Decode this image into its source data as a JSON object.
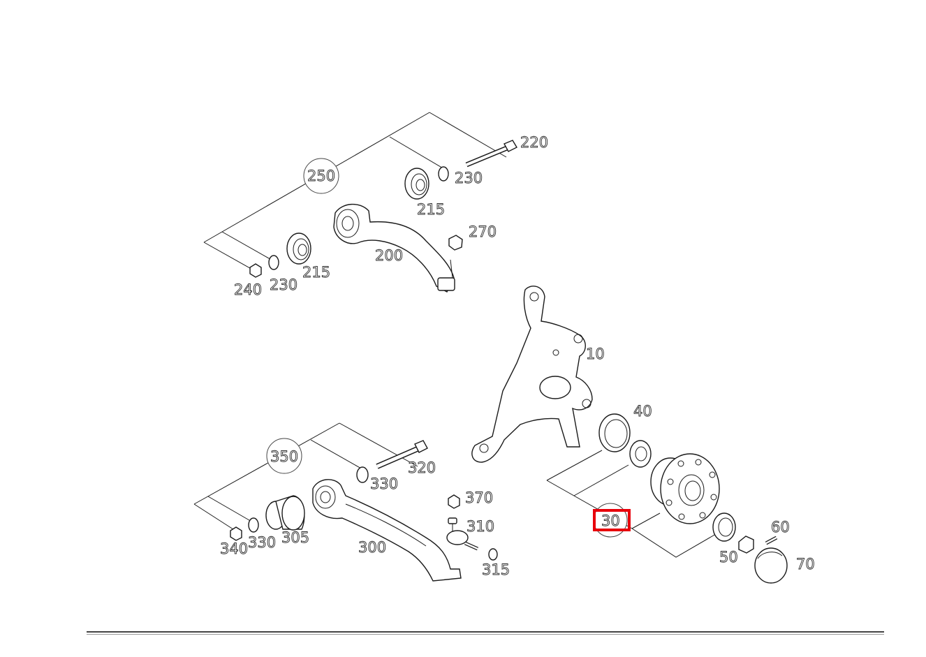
{
  "callouts": {
    "p10": "10",
    "p30": "30",
    "p40": "40",
    "p50": "50",
    "p60": "60",
    "p70": "70",
    "p200": "200",
    "p215a": "215",
    "p215b": "215",
    "p220": "220",
    "p230a": "230",
    "p230b": "230",
    "p240": "240",
    "p250": "250",
    "p270": "270",
    "p300": "300",
    "p305": "305",
    "p310": "310",
    "p315": "315",
    "p320": "320",
    "p330a": "330",
    "p330b": "330",
    "p340": "340",
    "p350": "350",
    "p370": "370"
  },
  "highlight": {
    "target": "30",
    "color": "#e8000b"
  }
}
